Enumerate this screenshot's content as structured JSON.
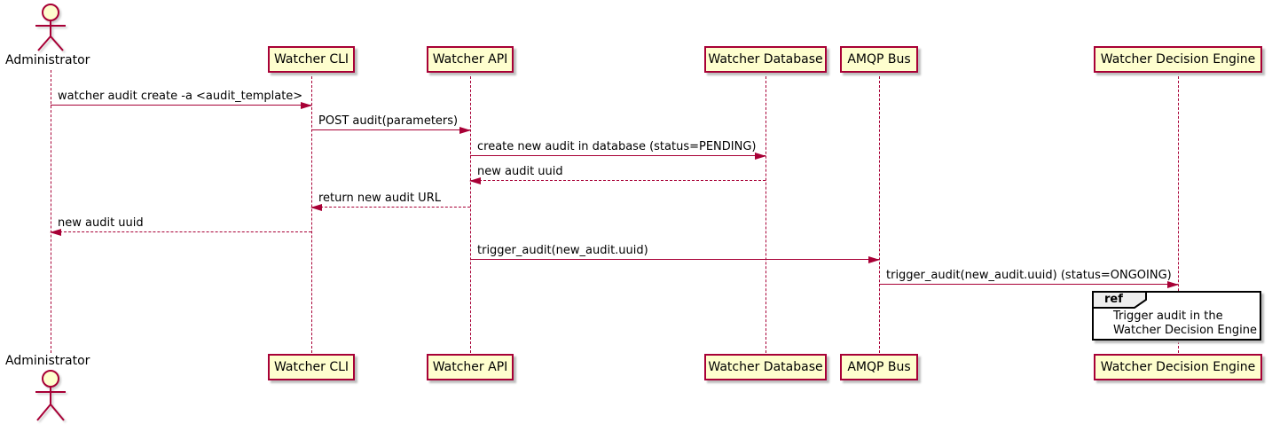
{
  "diagram": {
    "type": "sequence-diagram",
    "participants": [
      {
        "name": "Administrator",
        "kind": "actor"
      },
      {
        "name": "Watcher CLI",
        "kind": "participant"
      },
      {
        "name": "Watcher API",
        "kind": "participant"
      },
      {
        "name": "Watcher Database",
        "kind": "participant"
      },
      {
        "name": "AMQP Bus",
        "kind": "participant"
      },
      {
        "name": "Watcher Decision Engine",
        "kind": "participant"
      }
    ],
    "messages": [
      {
        "from": "Administrator",
        "to": "Watcher CLI",
        "label": "watcher audit create -a <audit_template>",
        "line": "solid",
        "direction": "right"
      },
      {
        "from": "Watcher CLI",
        "to": "Watcher API",
        "label": "POST audit(parameters)",
        "line": "solid",
        "direction": "right"
      },
      {
        "from": "Watcher API",
        "to": "Watcher Database",
        "label": "create new audit in database (status=PENDING)",
        "line": "solid",
        "direction": "right"
      },
      {
        "from": "Watcher Database",
        "to": "Watcher API",
        "label": "new audit uuid",
        "line": "dashed",
        "direction": "left"
      },
      {
        "from": "Watcher API",
        "to": "Watcher CLI",
        "label": "return new audit URL",
        "line": "dashed",
        "direction": "left"
      },
      {
        "from": "Watcher CLI",
        "to": "Administrator",
        "label": "new audit uuid",
        "line": "dashed",
        "direction": "left"
      },
      {
        "from": "Watcher API",
        "to": "AMQP Bus",
        "label": "trigger_audit(new_audit.uuid)",
        "line": "solid",
        "direction": "right"
      },
      {
        "from": "AMQP Bus",
        "to": "Watcher Decision Engine",
        "label": "trigger_audit(new_audit.uuid) (status=ONGOING)",
        "line": "solid",
        "direction": "right"
      }
    ],
    "ref": {
      "keyword": "ref",
      "lines": [
        "Trigger audit in the",
        "Watcher Decision Engine"
      ]
    },
    "colors": {
      "participant_fill": "#fefece",
      "participant_border": "#a80036",
      "arrow": "#a80036",
      "lifeline": "#a80036",
      "ref_border": "#000000",
      "ref_tab_fill": "#eeeeee",
      "text": "#000000"
    }
  }
}
